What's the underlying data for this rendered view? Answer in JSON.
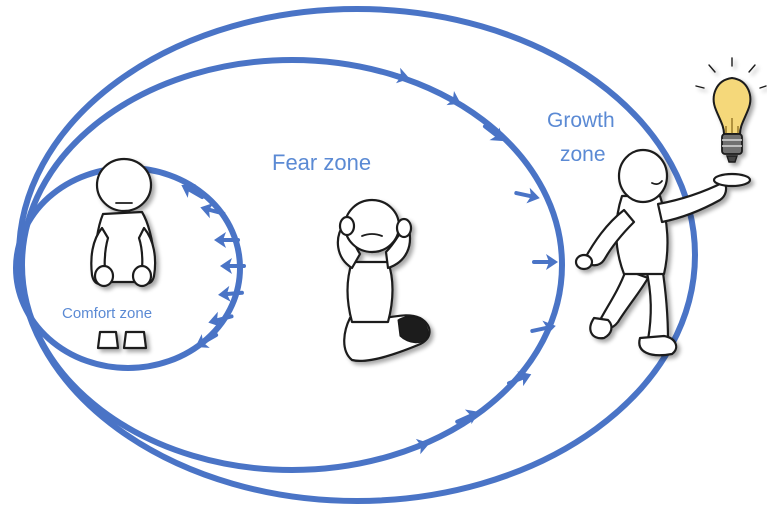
{
  "labels": {
    "comfort": "Comfort zone",
    "fear": "Fear zone",
    "growth_line1": "Growth",
    "growth_line2": "zone"
  },
  "colors": {
    "ring": "#4a74c6",
    "label": "#5b8ad4",
    "figure_stroke": "#1a1a1a",
    "bulb_glass": "#f5d87a",
    "bulb_base": "#6f6f6f"
  },
  "figures": [
    {
      "role": "standing-figure",
      "zone": "comfort"
    },
    {
      "role": "kneeling-fearful-figure",
      "zone": "fear"
    },
    {
      "role": "walking-figure-holding-lightbulb",
      "zone": "growth"
    }
  ],
  "icons": [
    "lightbulb-icon",
    "arrow-icon"
  ]
}
